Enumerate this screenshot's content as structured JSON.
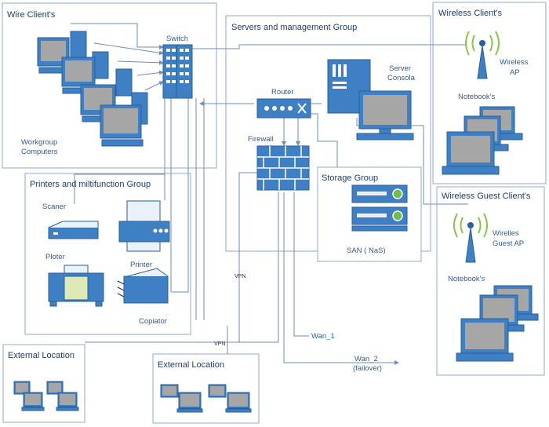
{
  "groups": {
    "wire_clients": "Wire Client's",
    "servers": "Servers and management Group",
    "wireless_clients": "Wireless Client's",
    "printers": "Printers and miltifunction Group",
    "storage": "Storage Group",
    "wireless_guest": "Wireless Guest Client's",
    "external_1": "External Location",
    "external_2": "External Location"
  },
  "labels": {
    "switch": "Switch",
    "workgroup": "Workgroup",
    "computers": "Computers",
    "router": "Router",
    "server": "Server",
    "consola": "Consola",
    "firewall": "Firewall",
    "wireless_ap_1": "Wireless",
    "wireless_ap_2": "AP",
    "notebooks": "Notebook's",
    "notebooks_guest": "Notebook's",
    "scaner": "Scaner",
    "ploter": "Ploter",
    "printer": "Printer",
    "copiator": "Copiator",
    "san": "SAN ( NaS)",
    "guest_ap_1": "Wirelles",
    "guest_ap_2": "Guest AP",
    "wan1": "Wan_1",
    "wan2": "Wan_2",
    "failover": "(failover)",
    "vpn_vertical": "VPN",
    "vpn_horizontal": "VPN"
  },
  "colors": {
    "device": "#3f7fc4",
    "device_dark": "#2a5f99",
    "group_border": "#8ea9c8",
    "line": "#6f8fb6",
    "screen": "#a6a6a6",
    "san_accent": "#6fbf4a"
  }
}
